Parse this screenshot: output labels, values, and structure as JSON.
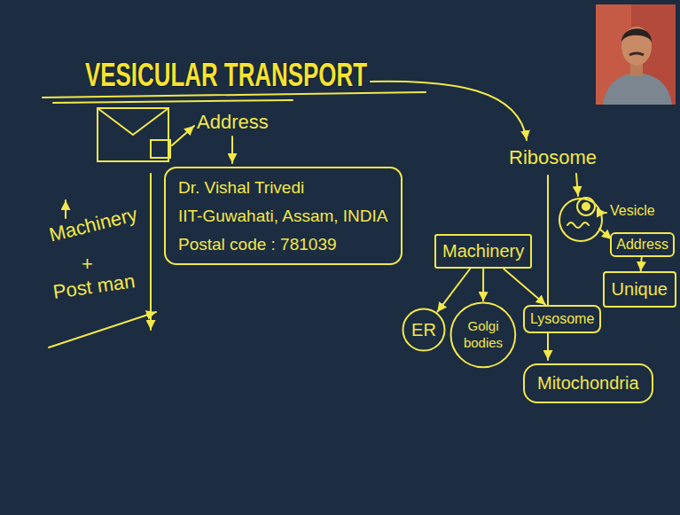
{
  "diagram": {
    "title": "VESICULAR TRANSPORT",
    "nodes": [
      {
        "text": [
          "Dr. Vishal Trivedi",
          "IIT-Guwahati, Assam, INDIA",
          "Postal code : 781039"
        ]
      },
      {
        "text": [
          "Address"
        ]
      },
      {
        "text": [
          "Machinery"
        ]
      },
      {
        "text": [
          "ER"
        ]
      },
      {
        "text": [
          "Golgi bodies"
        ]
      },
      {
        "text": [
          "Lysosome"
        ]
      },
      {
        "text": [
          "Unique"
        ]
      },
      {
        "text": [
          "Mitochondria"
        ]
      }
    ],
    "edges": [
      {
        "from": 2,
        "to": 3,
        "arrow": "to"
      },
      {
        "from": 2,
        "to": 4,
        "arrow": "to"
      },
      {
        "from": 2,
        "to": 5,
        "arrow": "to"
      },
      {
        "from": 1,
        "to": 6,
        "arrow": "to"
      }
    ],
    "labels": [
      "Address",
      "Machinery",
      "+",
      "Post man",
      "Ribosome",
      "Vesicle"
    ]
  }
}
